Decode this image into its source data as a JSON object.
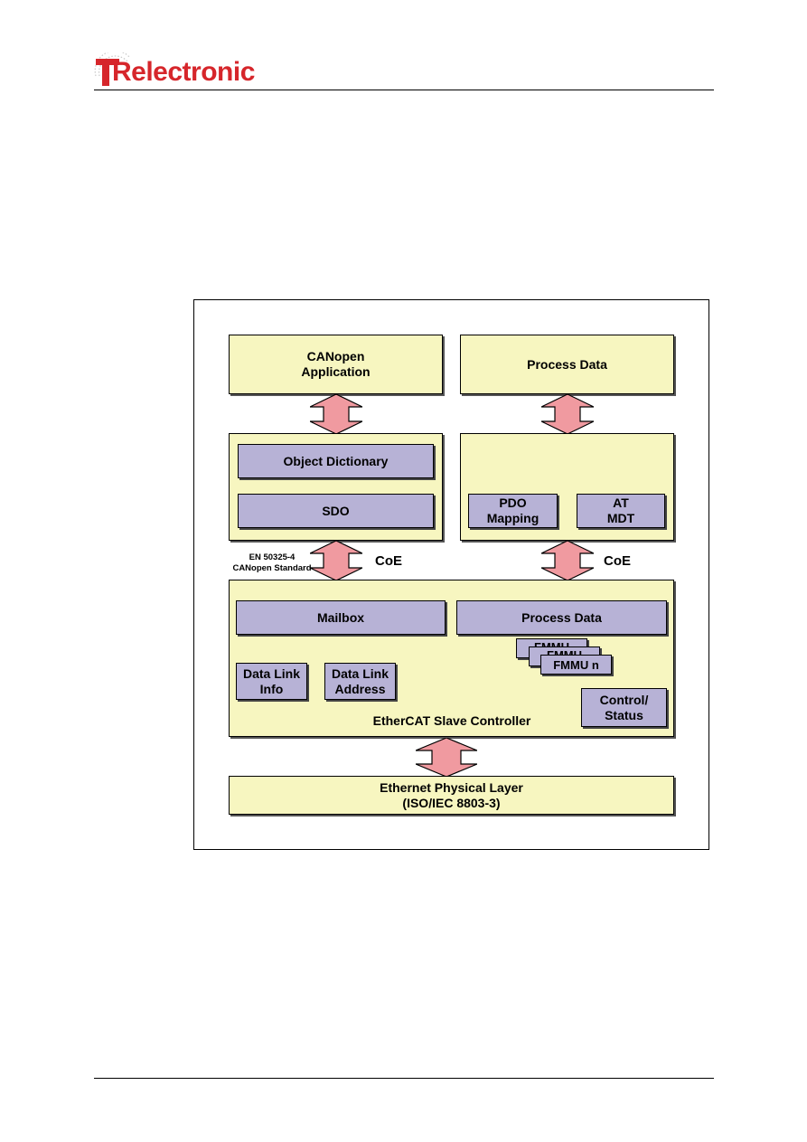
{
  "header": {
    "brand_prefix": "T",
    "brand_name": "Relectronic"
  },
  "diagram": {
    "canopen_application": "CANopen\nApplication",
    "process_data_top": "Process Data",
    "object_dictionary": "Object Dictionary",
    "sdo": "SDO",
    "pdo_mapping": "PDO\nMapping",
    "at_mdt": "AT\nMDT",
    "standard_note": "EN 50325-4\nCANopen Standard",
    "coe_left": "CoE",
    "coe_right": "CoE",
    "mailbox": "Mailbox",
    "process_data_esc": "Process Data",
    "fmmu_back1": "FMMU",
    "fmmu_back2": "FMMU",
    "fmmu_n": "FMMU n",
    "data_link_info": "Data Link\nInfo",
    "data_link_address": "Data Link\nAddress",
    "control_status": "Control/\nStatus",
    "esc_label": "EtherCAT Slave Controller",
    "physical_layer": "Ethernet Physical Layer\n(ISO/IEC 8803-3)"
  },
  "colors": {
    "layer_fill": "#f7f6c0",
    "module_fill": "#b7b2d6",
    "arrow_fill": "#f09aa0",
    "logo_red": "#d6262b"
  }
}
